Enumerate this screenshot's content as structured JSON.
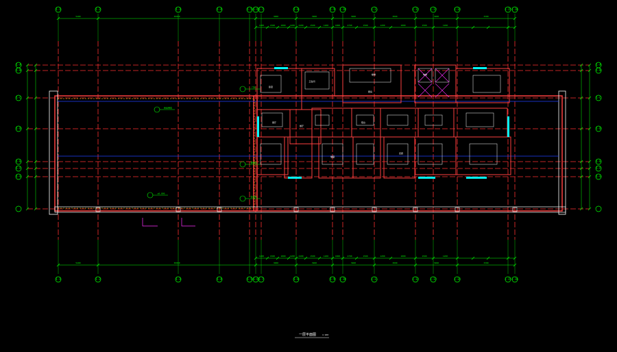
{
  "drawing": {
    "title": "一层平面图",
    "scale": "1:100",
    "subtitle": ""
  },
  "colors": {
    "background": "#000000",
    "axis_line": "#ff3030",
    "dimension": "#00ff00",
    "wall": "#ff4040",
    "wall_white": "#ffffff",
    "window": "#00ffff",
    "annotation": "#00ff00",
    "blue_line": "#2040ff",
    "magenta": "#ff30ff",
    "yellow": "#ffff00"
  },
  "axes": {
    "top": [
      "1-1",
      "1-2",
      "1-3",
      "1-4",
      "1-5",
      "1-6",
      "1-7",
      "1-8",
      "1-9",
      "1-10",
      "1-11",
      "1-12",
      "1-13",
      "1-14",
      "1-15",
      "1-16"
    ],
    "bottom": [
      "1-1",
      "1-2",
      "1-3",
      "1-4",
      "1-5",
      "1-6",
      "1-7",
      "1-8",
      "1-9",
      "1-10",
      "1-11",
      "1-12",
      "1-13",
      "1-14",
      "1-15",
      "1-16"
    ],
    "left": [
      "1-A",
      "1-B",
      "1-C",
      "1-D",
      "1-E",
      "1-F",
      "1-G"
    ],
    "right": [
      "1-A",
      "1-B",
      "1-C",
      "1-D",
      "1-E",
      "1-F",
      "1-G"
    ]
  },
  "dimensions": {
    "top_overall": [
      "5400",
      "30000",
      "3000",
      "3900",
      "3900",
      "3000",
      "3900",
      "3300"
    ],
    "top_detail": [
      "1200",
      "1500",
      "1800",
      "1200",
      "2400",
      "1500",
      "1200",
      "1800",
      "2700",
      "1500",
      "1200",
      "1800",
      "1500",
      "1200"
    ],
    "bottom_overall": [
      "5400",
      "30000",
      "3000",
      "3900",
      "3900",
      "3000",
      "3900",
      "3300"
    ],
    "bottom_detail": [
      "1200",
      "1500",
      "1800",
      "1200",
      "2400",
      "1500",
      "1200",
      "1800",
      "2700",
      "1500",
      "1200",
      "1800",
      "1500",
      "1200"
    ]
  },
  "rooms": {
    "labels": [
      "卧室",
      "卫生间",
      "厨房",
      "客厅",
      "餐厅",
      "阳台",
      "电梯",
      "楼梯",
      "储藏",
      "走廊"
    ]
  },
  "annotations": [
    "商业用房",
    "门厅",
    "楼梯间",
    "管道井",
    "±0.000"
  ]
}
